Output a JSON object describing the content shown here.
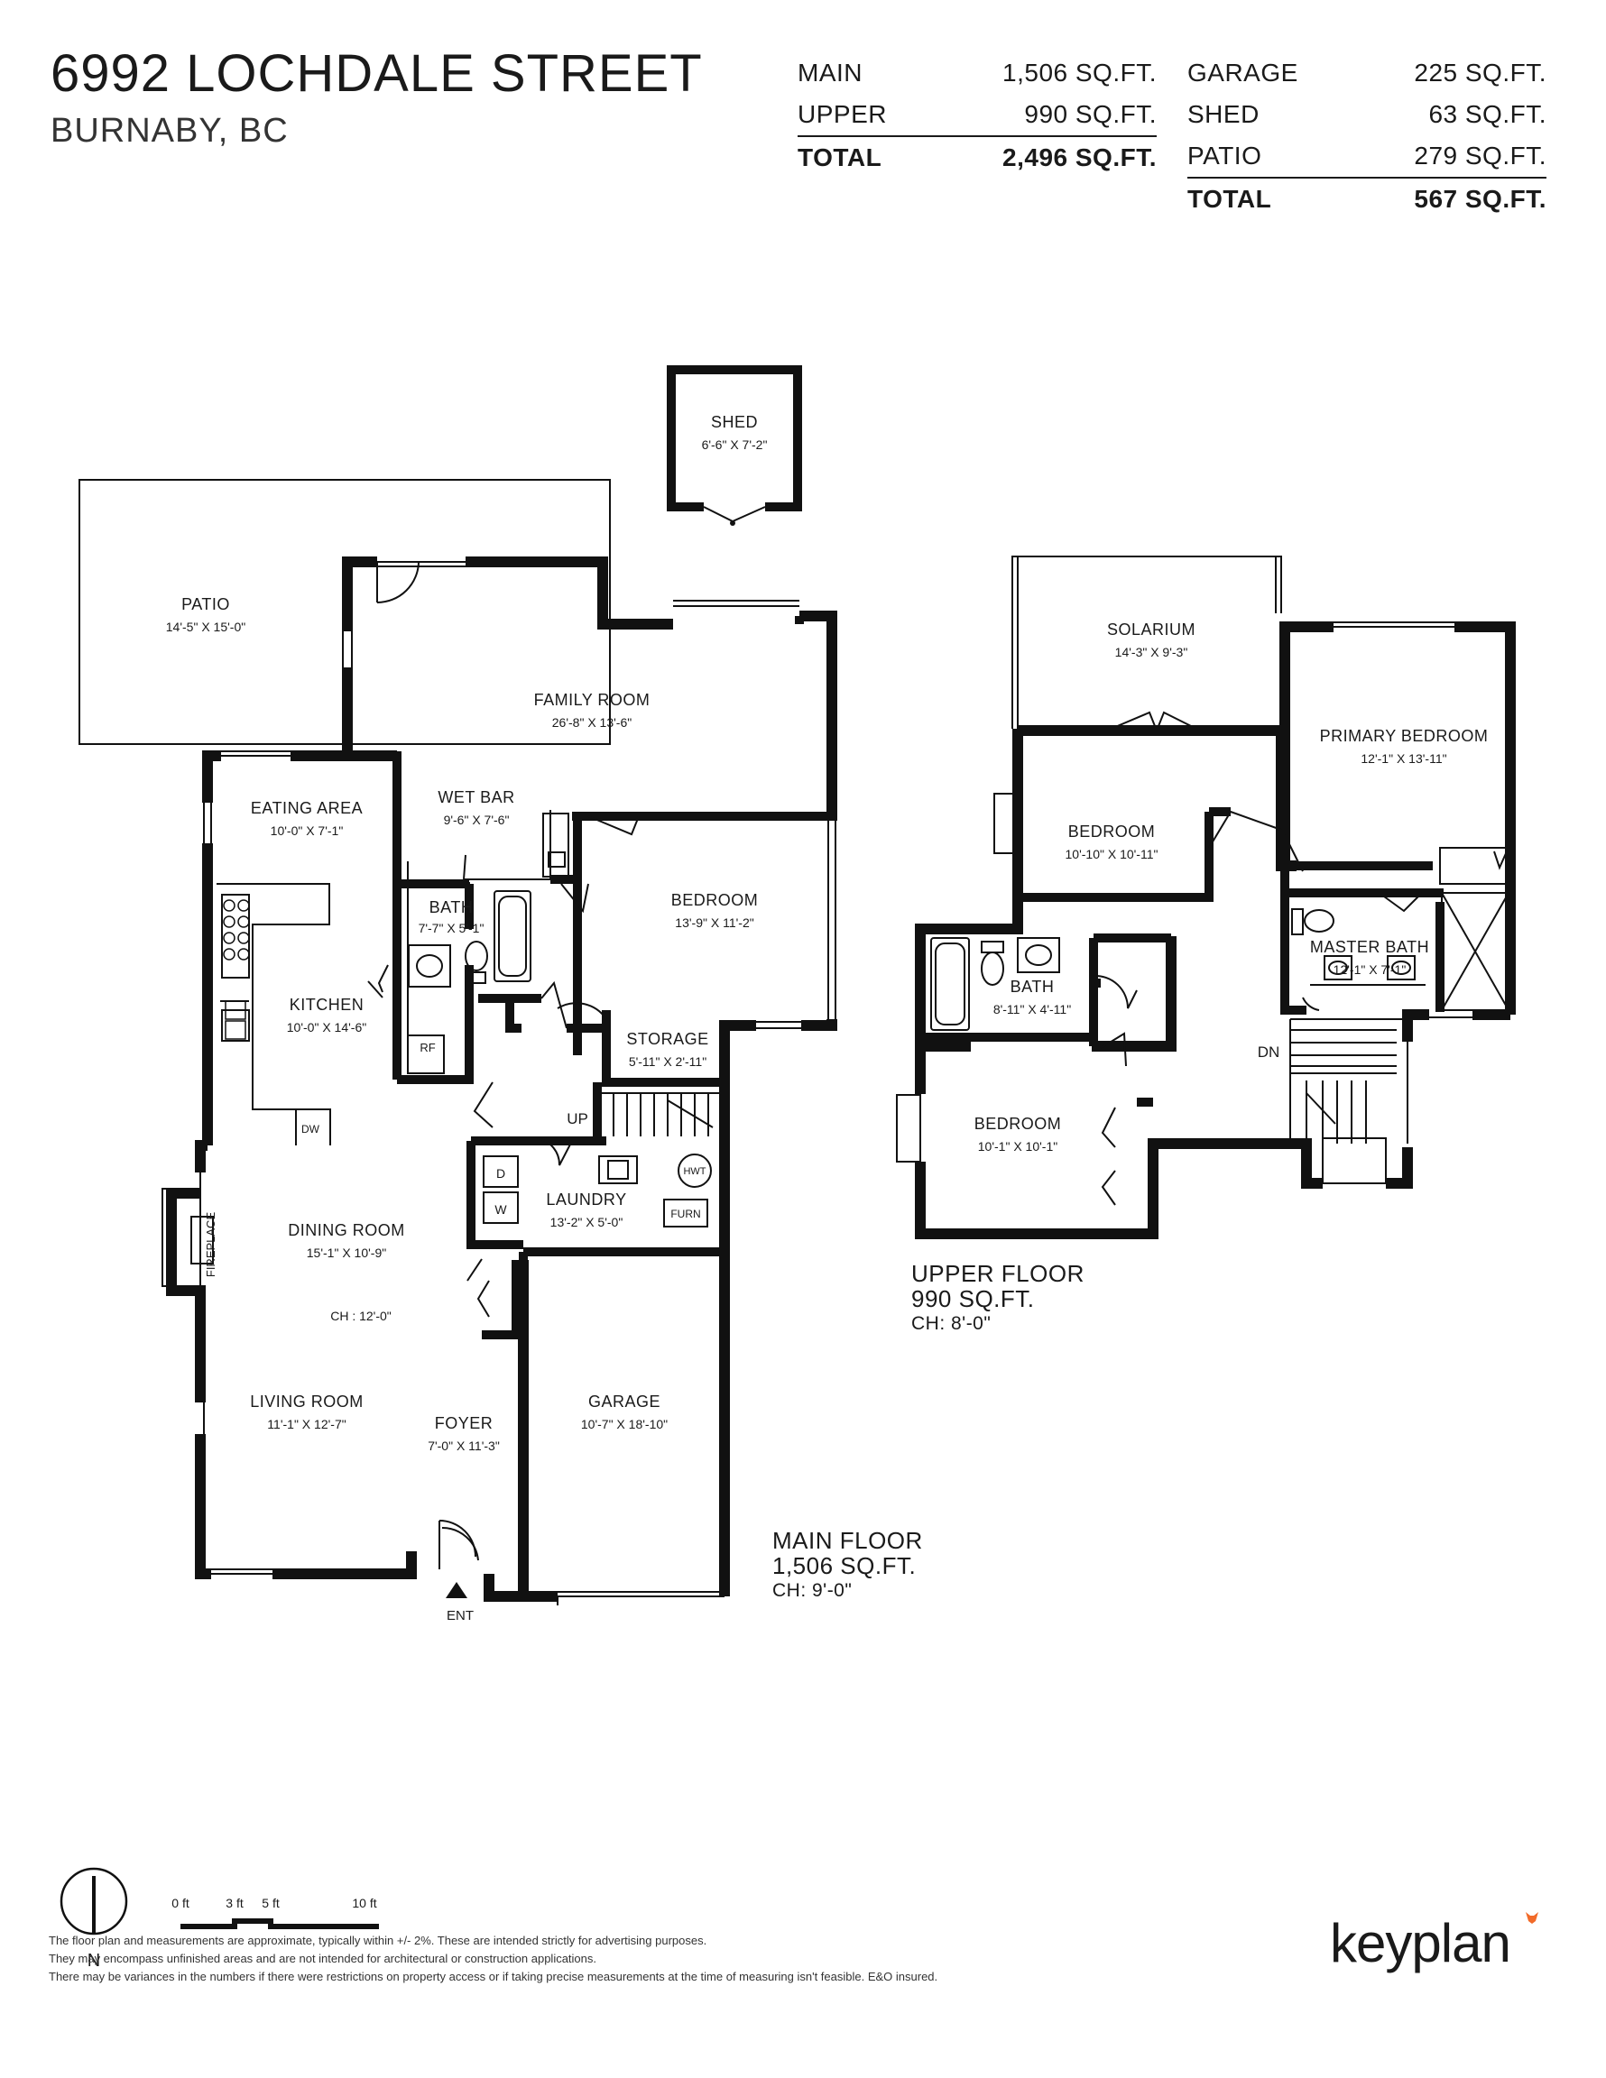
{
  "header": {
    "address": "6992 LOCHDALE STREET",
    "city": "BURNABY, BC"
  },
  "areas_living": [
    {
      "label": "MAIN",
      "value": "1,506 SQ.FT."
    },
    {
      "label": "UPPER",
      "value": "990 SQ.FT."
    }
  ],
  "areas_living_total": {
    "label": "TOTAL",
    "value": "2,496 SQ.FT."
  },
  "areas_other": [
    {
      "label": "GARAGE",
      "value": "225 SQ.FT."
    },
    {
      "label": "SHED",
      "value": "63 SQ.FT."
    },
    {
      "label": "PATIO",
      "value": "279 SQ.FT."
    }
  ],
  "areas_other_total": {
    "label": "TOTAL",
    "value": "567 SQ.FT."
  },
  "rooms_main": {
    "shed": {
      "name": "SHED",
      "dim": "6'-6\" X 7'-2\""
    },
    "patio": {
      "name": "PATIO",
      "dim": "14'-5\" X 15'-0\""
    },
    "family": {
      "name": "FAMILY ROOM",
      "dim": "26'-8\" X 13'-6\""
    },
    "eating": {
      "name": "EATING AREA",
      "dim": "10'-0\" X 7'-1\""
    },
    "wetbar": {
      "name": "WET BAR",
      "dim": "9'-6\" X 7'-6\""
    },
    "bath": {
      "name": "BATH",
      "dim": "7'-7\" X 5'-1\""
    },
    "bedroom": {
      "name": "BEDROOM",
      "dim": "13'-9\" X 11'-2\""
    },
    "kitchen": {
      "name": "KITCHEN",
      "dim": "10'-0\" X 14'-6\""
    },
    "storage": {
      "name": "STORAGE",
      "dim": "5'-11\" X 2'-11\""
    },
    "laundry": {
      "name": "LAUNDRY",
      "dim": "13'-2\" X 5'-0\""
    },
    "dining": {
      "name": "DINING ROOM",
      "dim": "15'-1\" X 10'-9\""
    },
    "living": {
      "name": "LIVING ROOM",
      "dim": "11'-1\" X 12'-7\""
    },
    "foyer": {
      "name": "FOYER",
      "dim": "7'-0\" X 11'-3\""
    },
    "garage": {
      "name": "GARAGE",
      "dim": "10'-7\" X 18'-10\""
    }
  },
  "rooms_upper": {
    "solarium": {
      "name": "SOLARIUM",
      "dim": "14'-3\" X 9'-3\""
    },
    "primary": {
      "name": "PRIMARY BEDROOM",
      "dim": "12'-1\" X 13'-11\""
    },
    "bedroom1": {
      "name": "BEDROOM",
      "dim": "10'-10\" X 10'-11\""
    },
    "bath": {
      "name": "BATH",
      "dim": "8'-11\" X 4'-11\""
    },
    "masterbath": {
      "name": "MASTER BATH",
      "dim": "12'-1\" X 7'-1\""
    },
    "bedroom2": {
      "name": "BEDROOM",
      "dim": "10'-1\" X 10'-1\""
    }
  },
  "labels": {
    "ch_main_room": "CH : 12'-0\"",
    "fireplace": "FIREPLACE",
    "entry": "ENT",
    "up": "UP",
    "dn": "DN",
    "rf": "RF",
    "dw": "DW",
    "dryer": "D",
    "washer": "W",
    "hwt": "HWT",
    "furn": "FURN"
  },
  "floors": {
    "main": {
      "name": "MAIN FLOOR",
      "area": "1,506 SQ.FT.",
      "ch": "CH: 9'-0\""
    },
    "upper": {
      "name": "UPPER FLOOR",
      "area": "990 SQ.FT.",
      "ch": "CH: 8'-0\""
    }
  },
  "scale": {
    "north": "N",
    "t0": "0 ft",
    "t3": "3 ft",
    "t5": "5 ft",
    "t10": "10 ft"
  },
  "disclaimer": [
    "The floor plan and measurements are approximate, typically within +/- 2%. These are intended strictly for advertising purposes.",
    "They may encompass unfinished areas and are not intended for architectural or construction applications.",
    "There may be variances in the numbers if there were restrictions on property access or if taking precise measurements at the time of measuring isn't feasible. E&O insured."
  ],
  "brand": {
    "name": "keyplan",
    "accent": "#f26b2a"
  }
}
